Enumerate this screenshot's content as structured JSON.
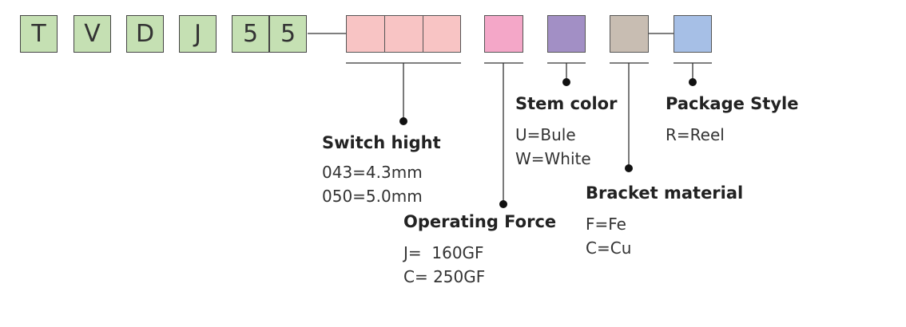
{
  "code_chars": [
    "T",
    "V",
    "D",
    "J",
    "5",
    "5"
  ],
  "colors": {
    "code_box": "#c5e0b3",
    "switch_hight": "#f8c4c4",
    "operating_force": "#f4a7c8",
    "stem_color": "#a28fc5",
    "bracket_material": "#c8bdb2",
    "package_style": "#a6bfe6",
    "line": "#333333"
  },
  "fields": {
    "switch_hight": {
      "title": "Switch hight",
      "values": [
        "043=4.3mm",
        "050=5.0mm"
      ]
    },
    "operating_force": {
      "title": "Operating Force",
      "values": [
        "J=  160GF",
        "C= 250GF"
      ]
    },
    "stem_color": {
      "title": "Stem color",
      "values": [
        "U=Bule",
        "W=White"
      ]
    },
    "bracket_material": {
      "title": "Bracket material",
      "values": [
        "F=Fe",
        "C=Cu"
      ]
    },
    "package_style": {
      "title": "Package Style",
      "values": [
        "R=Reel"
      ]
    }
  }
}
